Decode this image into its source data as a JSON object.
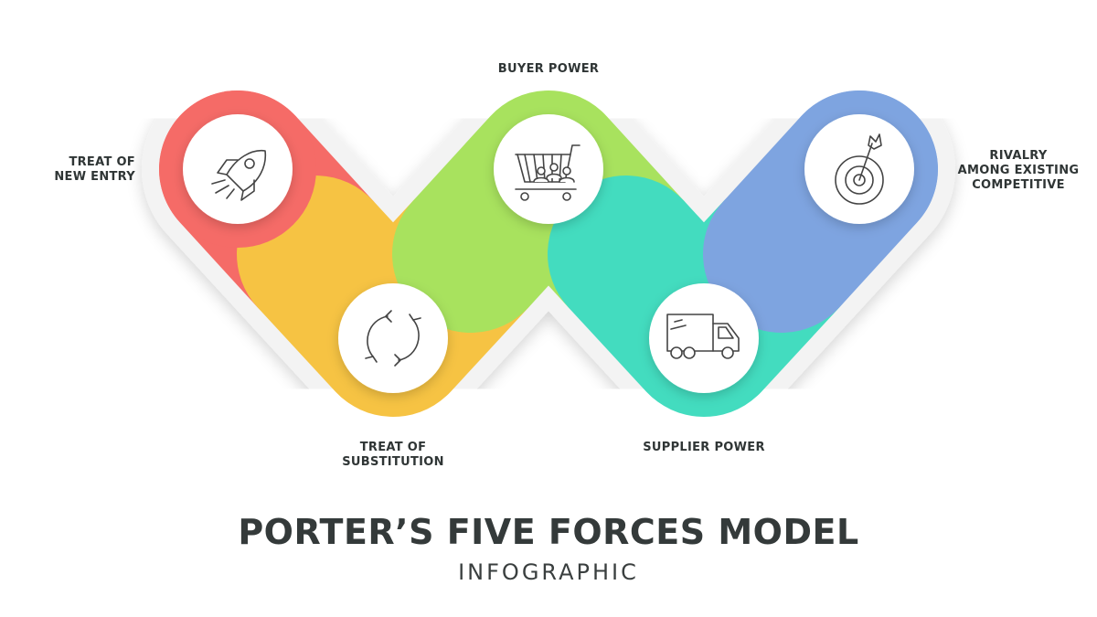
{
  "title": "PORTER’S FIVE FORCES MODEL",
  "subtitle": "INFOGRAPHIC",
  "forces": [
    {
      "id": "new-entry",
      "lines": [
        "TREAT OF",
        "NEW ENTRY"
      ],
      "icon": "rocket-icon",
      "color": "#f56b67"
    },
    {
      "id": "substitution",
      "lines": [
        "TREAT OF",
        "SUBSTITUTION"
      ],
      "icon": "refresh-arrows-icon",
      "color": "#f6c343"
    },
    {
      "id": "buyer",
      "lines": [
        "BUYER POWER"
      ],
      "icon": "shopping-cart-people-icon",
      "color": "#a8e25e"
    },
    {
      "id": "supplier",
      "lines": [
        "SUPPLIER POWER"
      ],
      "icon": "delivery-truck-icon",
      "color": "#43dcbf"
    },
    {
      "id": "rivalry",
      "lines": [
        "RIVALRY",
        "AMONG EXISTING",
        "COMPETITIVE"
      ],
      "icon": "target-arrow-icon",
      "color": "#7ea4e0"
    }
  ]
}
